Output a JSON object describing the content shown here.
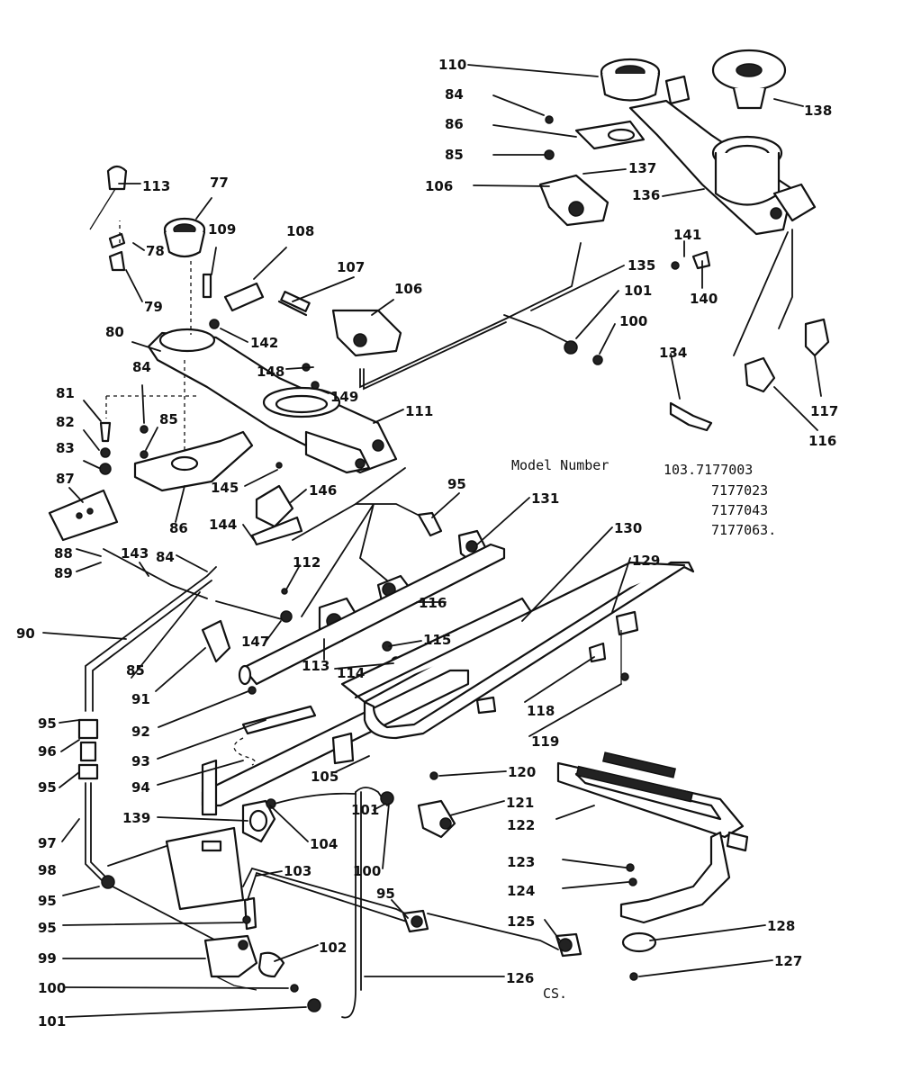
{
  "model_heading": "Model Number",
  "model_numbers": [
    "103.7177003",
    "7177023",
    "7177043",
    "7177063."
  ],
  "footer_code": "CS.",
  "labels": [
    {
      "id": "110",
      "text": "110"
    },
    {
      "id": "84a",
      "text": "84"
    },
    {
      "id": "86a",
      "text": "86"
    },
    {
      "id": "85a",
      "text": "85"
    },
    {
      "id": "106a",
      "text": "106"
    },
    {
      "id": "137",
      "text": "137"
    },
    {
      "id": "138",
      "text": "138"
    },
    {
      "id": "136",
      "text": "136"
    },
    {
      "id": "141",
      "text": "141"
    },
    {
      "id": "140",
      "text": "140"
    },
    {
      "id": "135",
      "text": "135"
    },
    {
      "id": "101a",
      "text": "101"
    },
    {
      "id": "100a",
      "text": "100"
    },
    {
      "id": "134",
      "text": "134"
    },
    {
      "id": "117",
      "text": "117"
    },
    {
      "id": "116a",
      "text": "116"
    },
    {
      "id": "113a",
      "text": "113"
    },
    {
      "id": "77",
      "text": "77"
    },
    {
      "id": "109",
      "text": "109"
    },
    {
      "id": "108",
      "text": "108"
    },
    {
      "id": "107",
      "text": "107"
    },
    {
      "id": "106b",
      "text": "106"
    },
    {
      "id": "78",
      "text": "78"
    },
    {
      "id": "79",
      "text": "79"
    },
    {
      "id": "80",
      "text": "80"
    },
    {
      "id": "142",
      "text": "142"
    },
    {
      "id": "148",
      "text": "148"
    },
    {
      "id": "149",
      "text": "149"
    },
    {
      "id": "111",
      "text": "111"
    },
    {
      "id": "81",
      "text": "81"
    },
    {
      "id": "84b",
      "text": "84"
    },
    {
      "id": "82",
      "text": "82"
    },
    {
      "id": "85b",
      "text": "85"
    },
    {
      "id": "83",
      "text": "83"
    },
    {
      "id": "87",
      "text": "87"
    },
    {
      "id": "86b",
      "text": "86"
    },
    {
      "id": "145",
      "text": "145"
    },
    {
      "id": "146",
      "text": "146"
    },
    {
      "id": "95a",
      "text": "95"
    },
    {
      "id": "131",
      "text": "131"
    },
    {
      "id": "130",
      "text": "130"
    },
    {
      "id": "144",
      "text": "144"
    },
    {
      "id": "88",
      "text": "88"
    },
    {
      "id": "143",
      "text": "143"
    },
    {
      "id": "84c",
      "text": "84"
    },
    {
      "id": "89",
      "text": "89"
    },
    {
      "id": "112",
      "text": "112"
    },
    {
      "id": "129",
      "text": "129"
    },
    {
      "id": "116b",
      "text": "116"
    },
    {
      "id": "90",
      "text": "90"
    },
    {
      "id": "147",
      "text": "147"
    },
    {
      "id": "115",
      "text": "115"
    },
    {
      "id": "85c",
      "text": "85"
    },
    {
      "id": "113b",
      "text": "113"
    },
    {
      "id": "114",
      "text": "114"
    },
    {
      "id": "91",
      "text": "91"
    },
    {
      "id": "118",
      "text": "118"
    },
    {
      "id": "95b",
      "text": "95"
    },
    {
      "id": "92",
      "text": "92"
    },
    {
      "id": "119",
      "text": "119"
    },
    {
      "id": "96",
      "text": "96"
    },
    {
      "id": "93",
      "text": "93"
    },
    {
      "id": "94",
      "text": "94"
    },
    {
      "id": "105",
      "text": "105"
    },
    {
      "id": "120",
      "text": "120"
    },
    {
      "id": "95c",
      "text": "95"
    },
    {
      "id": "121",
      "text": "121"
    },
    {
      "id": "139",
      "text": "139"
    },
    {
      "id": "122",
      "text": "122"
    },
    {
      "id": "104",
      "text": "104"
    },
    {
      "id": "101b",
      "text": "101"
    },
    {
      "id": "97",
      "text": "97"
    },
    {
      "id": "100b",
      "text": "100"
    },
    {
      "id": "98",
      "text": "98"
    },
    {
      "id": "103",
      "text": "103"
    },
    {
      "id": "123",
      "text": "123"
    },
    {
      "id": "124",
      "text": "124"
    },
    {
      "id": "95d",
      "text": "95"
    },
    {
      "id": "95e",
      "text": "95"
    },
    {
      "id": "125",
      "text": "125"
    },
    {
      "id": "128",
      "text": "128"
    },
    {
      "id": "95f",
      "text": "95"
    },
    {
      "id": "99",
      "text": "99"
    },
    {
      "id": "102",
      "text": "102"
    },
    {
      "id": "127",
      "text": "127"
    },
    {
      "id": "100c",
      "text": "100"
    },
    {
      "id": "126",
      "text": "126"
    },
    {
      "id": "101c",
      "text": "101"
    }
  ]
}
